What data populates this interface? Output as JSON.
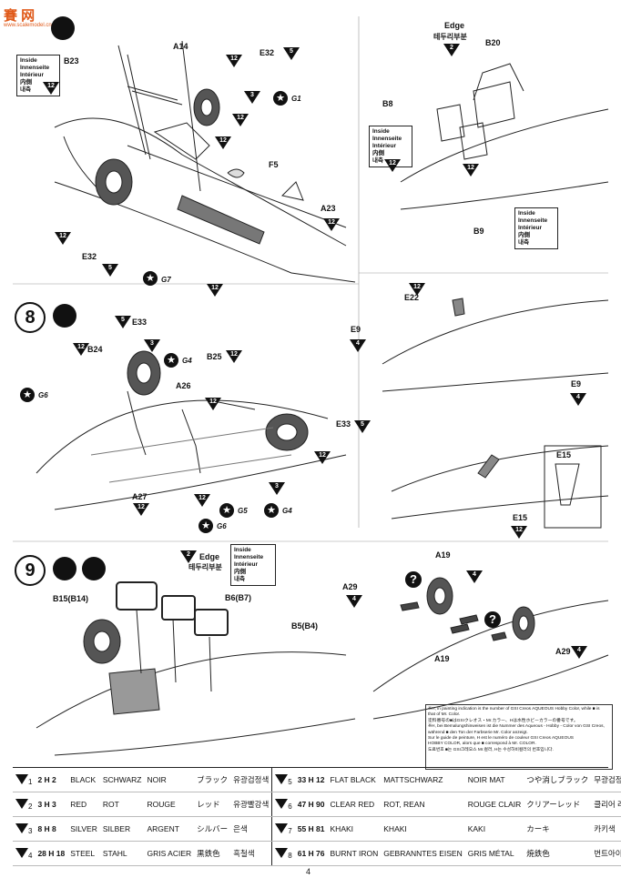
{
  "watermark": {
    "text": "賽 网",
    "sub": "www.scalemodel.cn"
  },
  "step7": {
    "inside_box": [
      "Inside",
      "Innenseite",
      "Intérieur",
      "内側",
      "내측"
    ],
    "parts": [
      "B23",
      "A14",
      "E32",
      "G1",
      "F5",
      "A23",
      "E32",
      "G7"
    ],
    "paints": {
      "p12": "12",
      "p5": "5",
      "p3": "3"
    }
  },
  "step7r": {
    "edge_title": "Edge",
    "edge_kr": "테두리부분",
    "parts": [
      "B20",
      "B8",
      "B9"
    ],
    "inside_box": [
      "Inside",
      "Innenseite",
      "Intérieur",
      "内側",
      "내측"
    ],
    "n2": "2"
  },
  "step8": {
    "num": "8",
    "parts": [
      "E33",
      "B24",
      "G4",
      "G6",
      "A26",
      "B25",
      "E33",
      "A27",
      "G5",
      "G4",
      "G6"
    ],
    "nums": {
      "n5": "5",
      "n3": "3",
      "n12": "12"
    }
  },
  "step8r": {
    "parts": [
      "E22",
      "E9",
      "E9",
      "E15",
      "E15"
    ],
    "n4": "4",
    "n12": "12"
  },
  "step9": {
    "num": "9",
    "edge_title": "Edge",
    "edge_kr": "테두리부분",
    "inside_box": [
      "Inside",
      "Innenseite",
      "Intérieur",
      "内側",
      "내측"
    ],
    "parts": [
      "B15(B14)",
      "B6(B7)",
      "B5(B4)"
    ],
    "n2": "2"
  },
  "step9r": {
    "parts": [
      "A19",
      "A29",
      "A19",
      "A29"
    ],
    "n4": "4",
    "q": "?"
  },
  "note": {
    "lines": [
      "※H, in painting indication is the number of GSI Creos AQUEOUS Hobby Color, while ■ is",
      "that of Mr. Color.",
      "塗料番号の■はGSIクレオス・Mr.カラー、Hは水性ホビーカラーの番号です。",
      "※H, bei Bemalungshinweisen ist die Nummer des Aqueous - Hobby - Color von GSI Creos,",
      "während ■ den Ton der Farbserie Mr. Color anzeigt.",
      "Sur le guide de peinture, H est le numéro de couleur GSI Creos AQUEOUS",
      "HOBBY COLOR, alors que ■ correspond à Mr. COLOR.",
      "도료번호 ■는 GSI크레오스 Mr.컬러, H는 수성하비컬러의 번호입니다."
    ]
  },
  "legend": {
    "rows": [
      {
        "l": {
          "n": "1",
          "c": "2 H 2",
          "en": "BLACK",
          "de": "SCHWARZ",
          "fr": "NOIR",
          "jp": "ブラック",
          "kr": "유광검정색"
        },
        "r": {
          "n": "5",
          "c": "33 H 12",
          "en": "FLAT BLACK",
          "de": "MATTSCHWARZ",
          "fr": "NOIR MAT",
          "jp": "つや消しブラック",
          "kr": "무광검정색"
        }
      },
      {
        "l": {
          "n": "2",
          "c": "3 H 3",
          "en": "RED",
          "de": "ROT",
          "fr": "ROUGE",
          "jp": "レッド",
          "kr": "유광빨강색"
        },
        "r": {
          "n": "6",
          "c": "47 H 90",
          "en": "CLEAR RED",
          "de": "ROT, REAN",
          "fr": "ROUGE CLAIR",
          "jp": "クリアーレッド",
          "kr": "클리어 레드"
        }
      },
      {
        "l": {
          "n": "3",
          "c": "8 H 8",
          "en": "SILVER",
          "de": "SILBER",
          "fr": "ARGENT",
          "jp": "シルバー",
          "kr": "은색"
        },
        "r": {
          "n": "7",
          "c": "55 H 81",
          "en": "KHAKI",
          "de": "KHAKI",
          "fr": "KAKI",
          "jp": "カーキ",
          "kr": "카키색"
        }
      },
      {
        "l": {
          "n": "4",
          "c": "28 H 18",
          "en": "STEEL",
          "de": "STAHL",
          "fr": "GRIS ACIER",
          "jp": "黒鉄色",
          "kr": "흑철색"
        },
        "r": {
          "n": "8",
          "c": "61 H 76",
          "en": "BURNT IRON",
          "de": "GEBRANNTES EISEN",
          "fr": "GRIS MÉTAL",
          "jp": "焼鉄色",
          "kr": "번트아이언"
        }
      }
    ]
  },
  "page": "4"
}
